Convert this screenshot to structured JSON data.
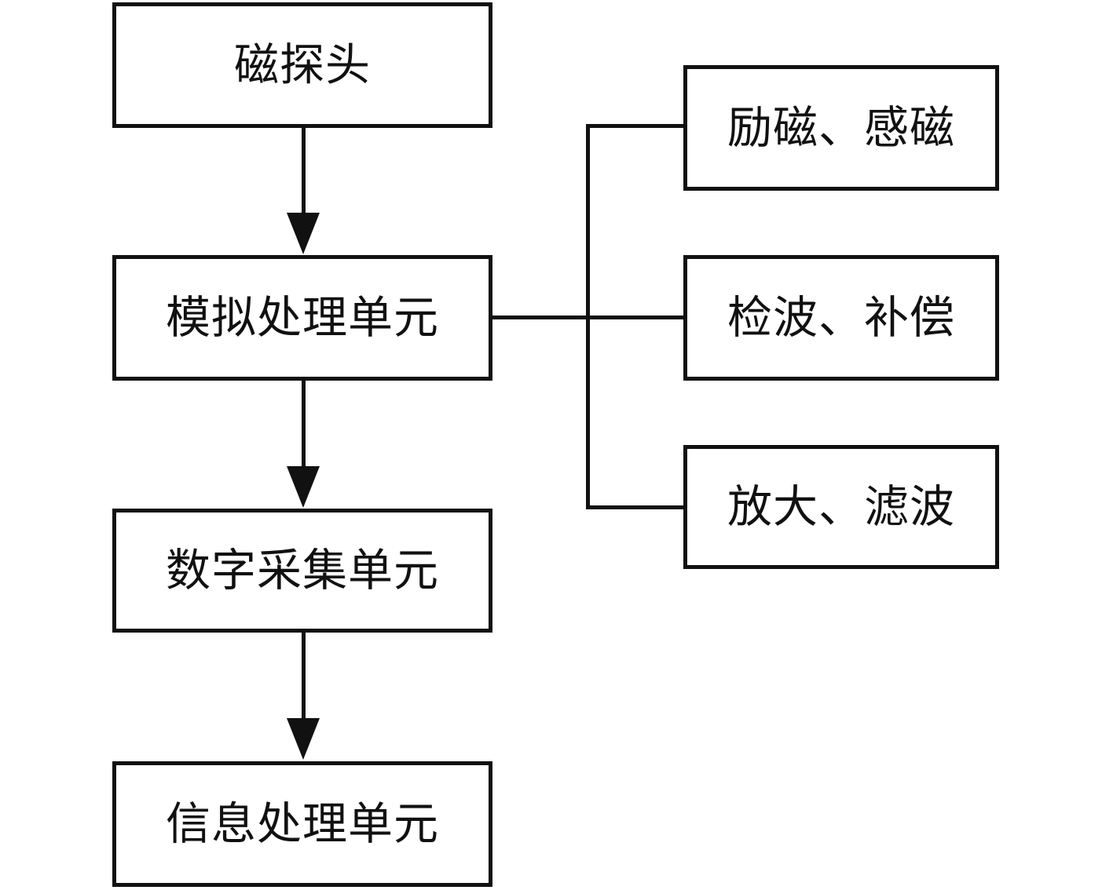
{
  "diagram": {
    "type": "flowchart",
    "colors": {
      "ink": "#111111",
      "background": "#ffffff"
    },
    "flow_boxes": [
      {
        "id": "magnetic-probe",
        "label": "磁探头"
      },
      {
        "id": "analog-processing",
        "label": "模拟处理单元"
      },
      {
        "id": "digital-acquisition",
        "label": "数字采集单元"
      },
      {
        "id": "info-processing",
        "label": "信息处理单元"
      }
    ],
    "detail_boxes": [
      {
        "id": "excitation-sensing",
        "label": "励磁、感磁"
      },
      {
        "id": "detection-compensate",
        "label": "检波、补偿"
      },
      {
        "id": "amplify-filter",
        "label": "放大、滤波"
      }
    ]
  }
}
